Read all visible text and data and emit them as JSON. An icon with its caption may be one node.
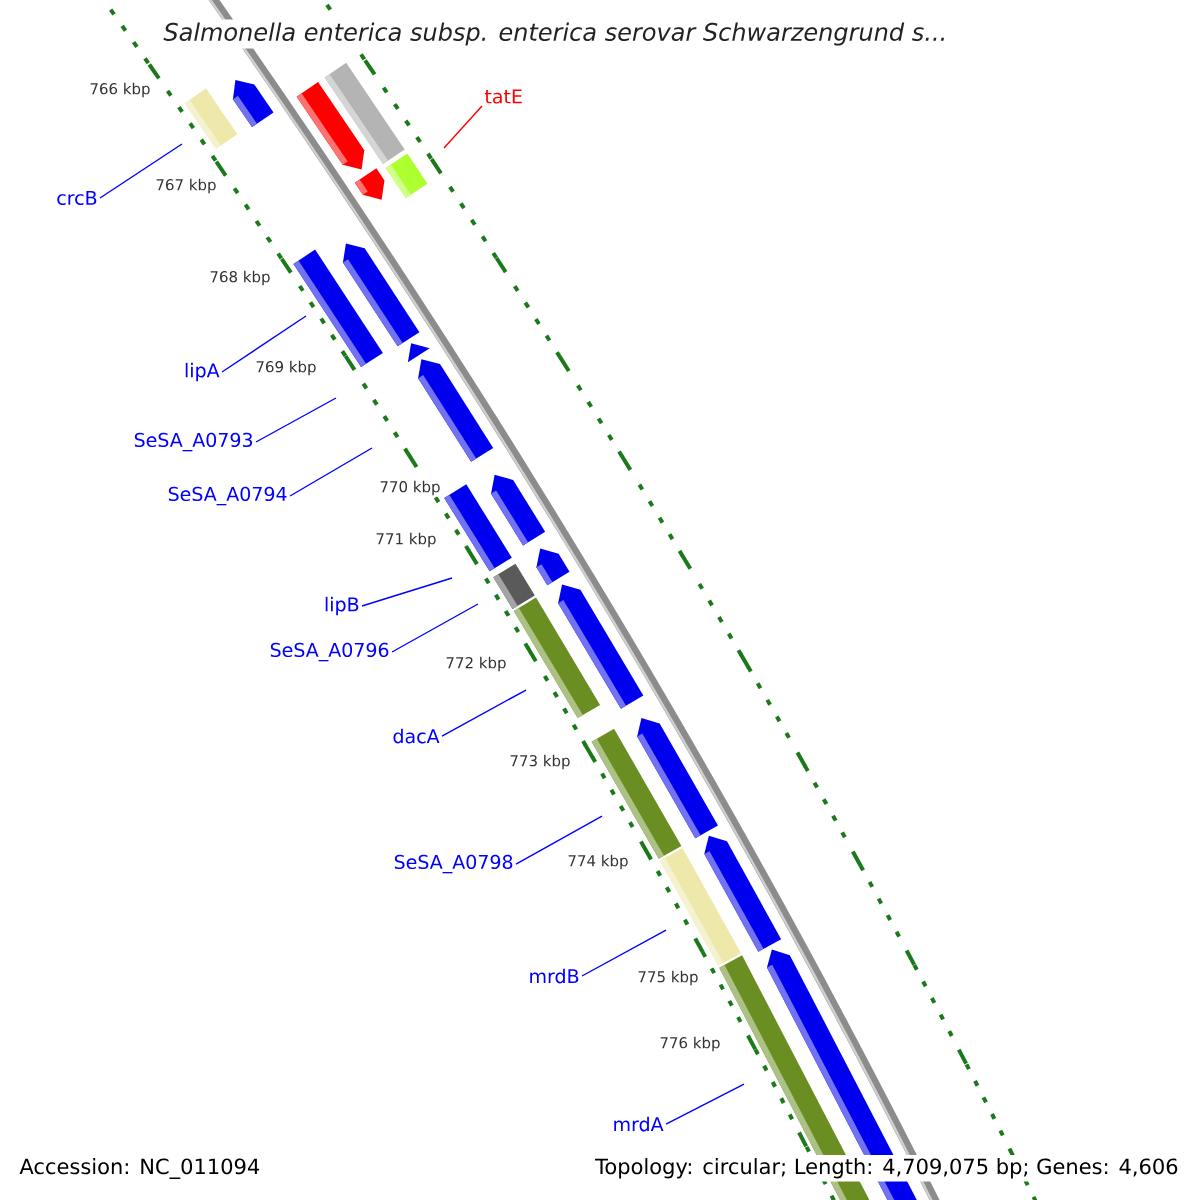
{
  "diagram": {
    "title": "Salmonella enterica subsp. enterica serovar Schwarzengrund s...",
    "nodes": [
      {
        "text": [
          "crcB"
        ]
      },
      {
        "text": [
          "tatE"
        ]
      },
      {
        "text": [
          "lipA"
        ]
      },
      {
        "text": [
          "SeSA_A0793"
        ]
      },
      {
        "text": [
          "SeSA_A0794"
        ]
      },
      {
        "text": [
          "lipB"
        ]
      },
      {
        "text": [
          "SeSA_A0796"
        ]
      },
      {
        "text": [
          "dacA"
        ]
      },
      {
        "text": [
          "SeSA_A0798"
        ]
      },
      {
        "text": [
          "mrdB"
        ]
      },
      {
        "text": [
          "mrdA"
        ]
      }
    ],
    "edges": [
      {
        "from": 0,
        "to": null,
        "arrow": "none"
      },
      {
        "from": 1,
        "to": null,
        "arrow": "none",
        "color": "#ff0000"
      },
      {
        "from": 2,
        "to": null,
        "arrow": "none"
      },
      {
        "from": 3,
        "to": null,
        "arrow": "none"
      },
      {
        "from": 4,
        "to": null,
        "arrow": "none"
      },
      {
        "from": 5,
        "to": null,
        "arrow": "none"
      },
      {
        "from": 6,
        "to": null,
        "arrow": "none"
      },
      {
        "from": 7,
        "to": null,
        "arrow": "none"
      },
      {
        "from": 8,
        "to": null,
        "arrow": "none"
      },
      {
        "from": 9,
        "to": null,
        "arrow": "none"
      },
      {
        "from": 10,
        "to": null,
        "arrow": "none"
      }
    ],
    "labels": [
      "766 kbp",
      "767 kbp",
      "768 kbp",
      "769 kbp",
      "770 kbp",
      "771 kbp",
      "772 kbp",
      "773 kbp",
      "774 kbp",
      "775 kbp",
      "776 kbp",
      "Accession: NC_011094",
      "Topology: circular; Length: 4,709,075 bp; Genes: 4,606"
    ]
  }
}
